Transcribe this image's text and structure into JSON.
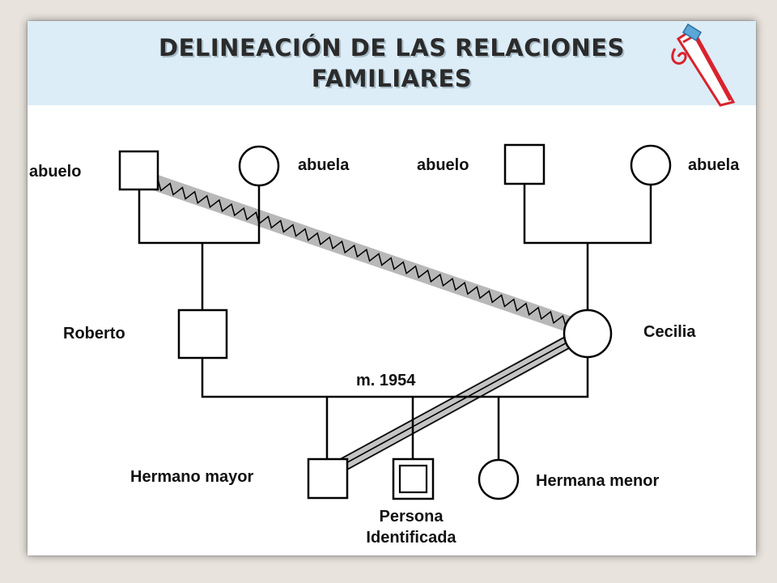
{
  "title": {
    "line1": "DELINEACIÓN DE LAS RELACIONES",
    "line2": "FAMILIARES"
  },
  "people": {
    "paternal_grandfather": "abuelo",
    "paternal_grandmother": "abuela",
    "maternal_grandfather": "abuelo",
    "maternal_grandmother": "abuela",
    "father": "Roberto",
    "mother": "Cecilia",
    "older_brother": "Hermano mayor",
    "identified_person_line1": "Persona",
    "identified_person_line2": "Identificada",
    "younger_sister": "Hermana menor"
  },
  "marriage_label": "m. 1954",
  "colors": {
    "header_bg": "#dcedf7",
    "relation_band": "#b8b8b8",
    "line": "#000000",
    "pen_red": "#d9232d",
    "pen_blue": "#5aa7d8"
  }
}
